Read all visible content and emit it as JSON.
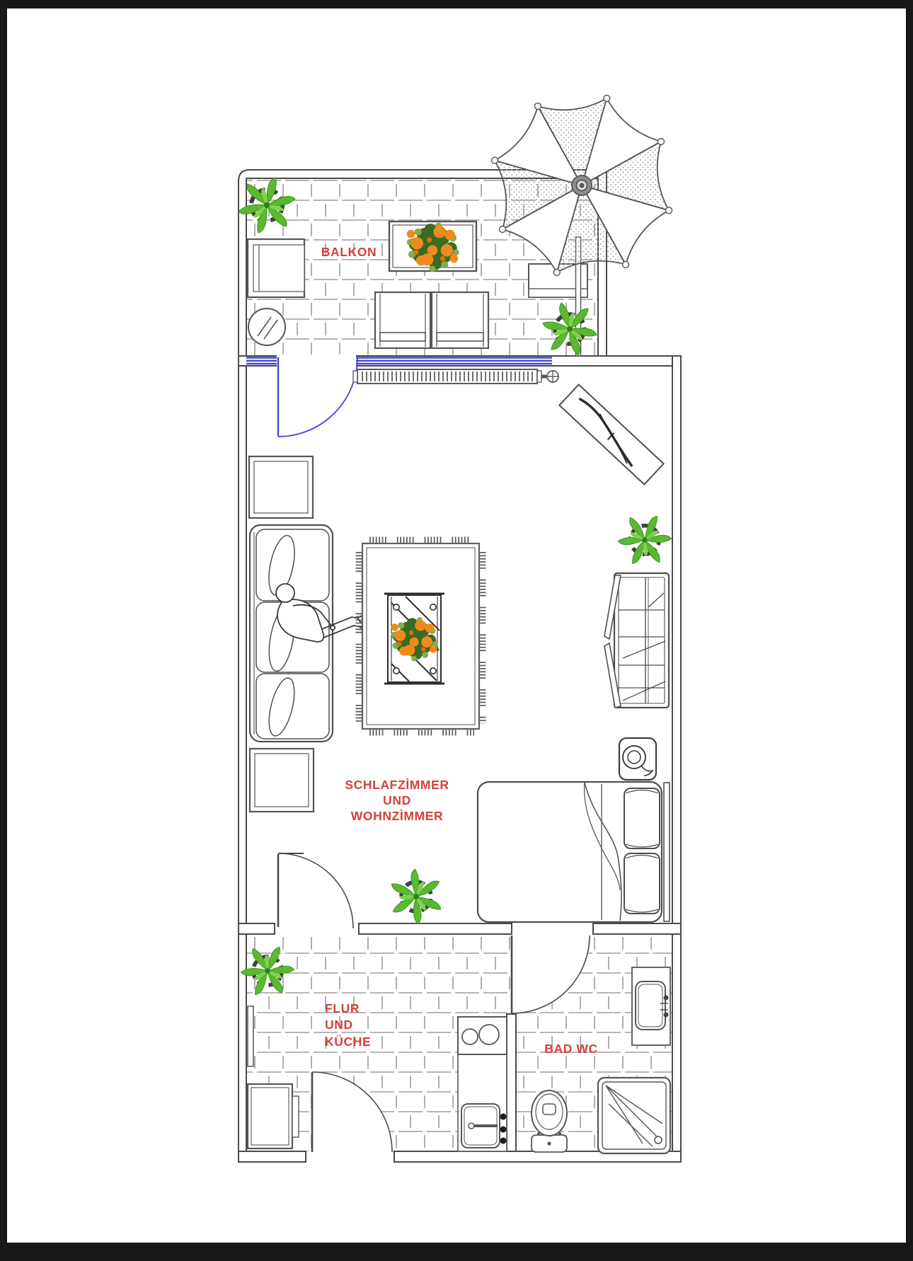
{
  "labels": {
    "balkon": "BALKON",
    "living": [
      "SCHLAFZİMMER",
      "UND",
      "WOHNZİMMER"
    ],
    "hall": [
      "FLUR",
      "UND",
      "KÜCHE"
    ],
    "bath": "BAD WC"
  },
  "colors": {
    "label_red": "#d4403a",
    "window_blue": "#4545d6",
    "wall_line": "#4a4a4a",
    "tile_gray": "#9d9d9d",
    "plant_green": "#5cb830",
    "pot_dark": "#3f3f3f",
    "flower_orange": "#ef8b1c",
    "foliage_dark": "#3a6b22",
    "letterbox_black": "#181818"
  },
  "icons": {
    "umbrella": "parasol-top-view",
    "plant": "potted-plant-top-view",
    "sofa": "three-seat-sofa-with-person",
    "bed": "double-bed-with-pillows",
    "rug": "fringed-rug",
    "coffee_table": "glass-table-with-bouquet",
    "tv": "flatscreen-on-diagonal",
    "wardrobe": "open-wardrobe",
    "radiator": "finned-radiator",
    "toilet": "toilet-top-view",
    "shower": "shower-tray",
    "stove": "two-burner-hob",
    "sink": "sink-with-faucet",
    "door": "quarter-arc-door-swing",
    "window": "blue-window-band"
  }
}
